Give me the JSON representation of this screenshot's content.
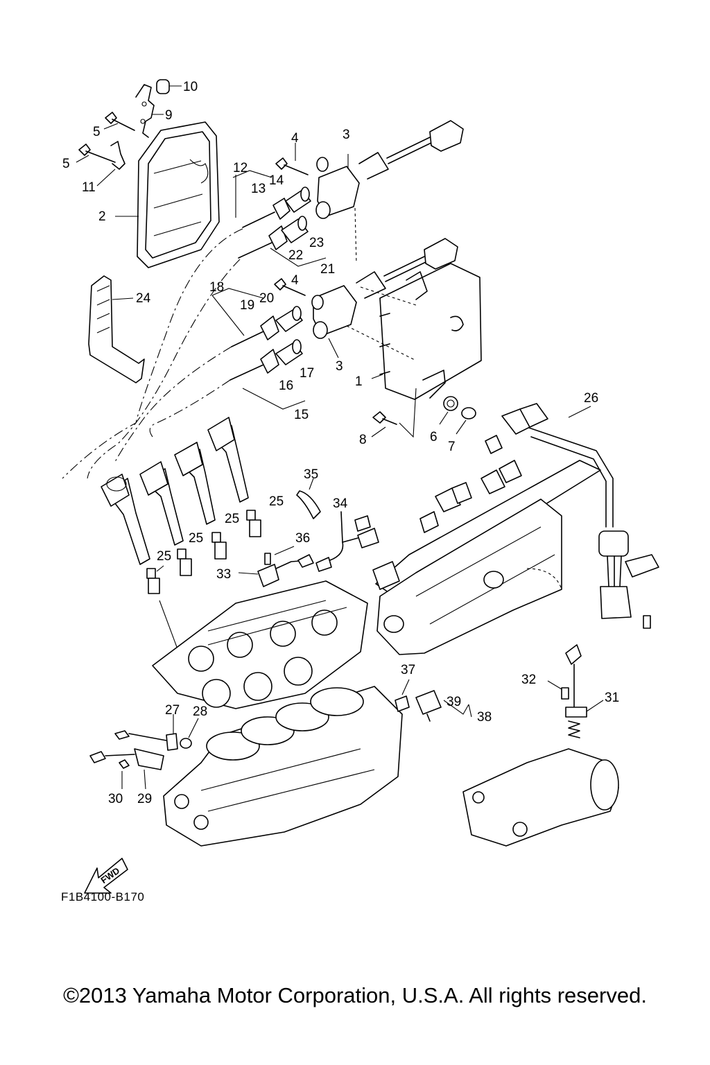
{
  "diagram": {
    "figure_code": "F1B4100-B170",
    "direction_arrow": "FWD",
    "copyright": "©2013 Yamaha Motor Corporation, U.S.A. All rights reserved.",
    "callouts": {
      "c1": "1",
      "c2": "2",
      "c3a": "3",
      "c3b": "3",
      "c4a": "4",
      "c4b": "4",
      "c5a": "5",
      "c5b": "5",
      "c6": "6",
      "c7": "7",
      "c8": "8",
      "c9": "9",
      "c10": "10",
      "c11": "11",
      "c12": "12",
      "c13": "13",
      "c14": "14",
      "c15": "15",
      "c16": "16",
      "c17": "17",
      "c18": "18",
      "c19": "19",
      "c20": "20",
      "c21": "21",
      "c22": "22",
      "c23": "23",
      "c24": "24",
      "c25a": "25",
      "c25b": "25",
      "c25c": "25",
      "c25d": "25",
      "c26": "26",
      "c27": "27",
      "c28": "28",
      "c29": "29",
      "c30": "30",
      "c31": "31",
      "c32": "32",
      "c33": "33",
      "c34": "34",
      "c35": "35",
      "c36": "36",
      "c37": "37",
      "c38": "38",
      "c39": "39"
    }
  }
}
